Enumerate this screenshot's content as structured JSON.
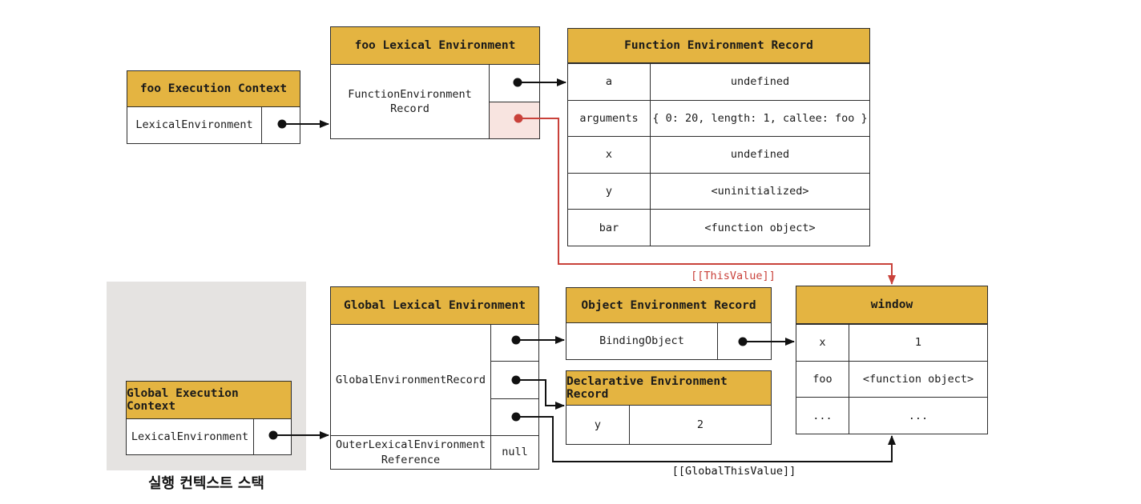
{
  "colors": {
    "header_gold": "#e4b441",
    "this_binding_red": "#c9413a",
    "this_cell_pink": "#f8e4e0",
    "stack_panel_gray": "#e5e3e1",
    "border_dark": "#2d2d2d"
  },
  "foo_execution_context": {
    "title": "foo Execution Context",
    "row_label": "LexicalEnvironment"
  },
  "foo_lexical_environment": {
    "title": "foo Lexical Environment",
    "record_line1": "FunctionEnvironment",
    "record_line2": "Record"
  },
  "function_environment_record": {
    "title": "Function Environment Record",
    "rows": [
      {
        "key": "a",
        "value": "undefined"
      },
      {
        "key": "arguments",
        "value": "{ 0: 20, length: 1, callee: foo }"
      },
      {
        "key": "x",
        "value": "undefined"
      },
      {
        "key": "y",
        "value": "<uninitialized>"
      },
      {
        "key": "bar",
        "value": "<function object>"
      }
    ]
  },
  "execution_context_stack": {
    "caption": "실행 컨텍스트 스택"
  },
  "global_execution_context": {
    "title": "Global Execution Context",
    "row_label": "LexicalEnvironment"
  },
  "global_lexical_environment": {
    "title": "Global Lexical Environment",
    "record_label": "GlobalEnvironmentRecord",
    "outer_line1": "OuterLexicalEnvironment",
    "outer_line2": "Reference",
    "outer_value": "null"
  },
  "object_environment_record": {
    "title": "Object Environment Record",
    "binding_label": "BindingObject"
  },
  "declarative_environment_record": {
    "title": "Declarative Environment Record",
    "rows": [
      {
        "key": "y",
        "value": "2"
      }
    ]
  },
  "window_object": {
    "title": "window",
    "rows": [
      {
        "key": "x",
        "value": "1"
      },
      {
        "key": "foo",
        "value": "<function object>"
      },
      {
        "key": "...",
        "value": "..."
      }
    ]
  },
  "annotations": {
    "this_value": "[[ThisValue]]",
    "global_this_value": "[[GlobalThisValue]]"
  }
}
